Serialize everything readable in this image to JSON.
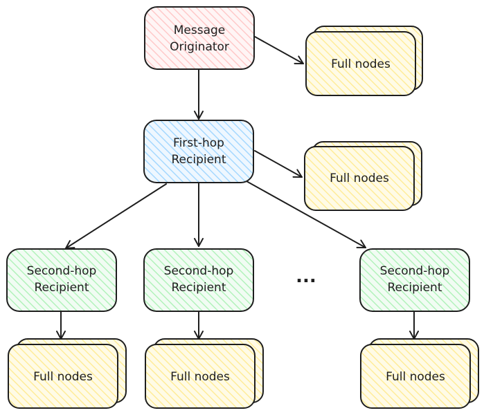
{
  "diagram": {
    "originator": {
      "line1": "Message",
      "line2": "Originator"
    },
    "first_hop": {
      "line1": "First-hop",
      "line2": "Recipient"
    },
    "second_hop": {
      "line1": "Second-hop",
      "line2": "Recipient"
    },
    "full_nodes": "Full nodes",
    "ellipsis": "..."
  },
  "colors": {
    "originator_fill": "#ffc9c9",
    "first_hop_fill": "#a5d8ff",
    "second_hop_fill": "#b2f2bb",
    "full_nodes_fill": "#ffec99",
    "stroke": "#1e1e1e"
  }
}
